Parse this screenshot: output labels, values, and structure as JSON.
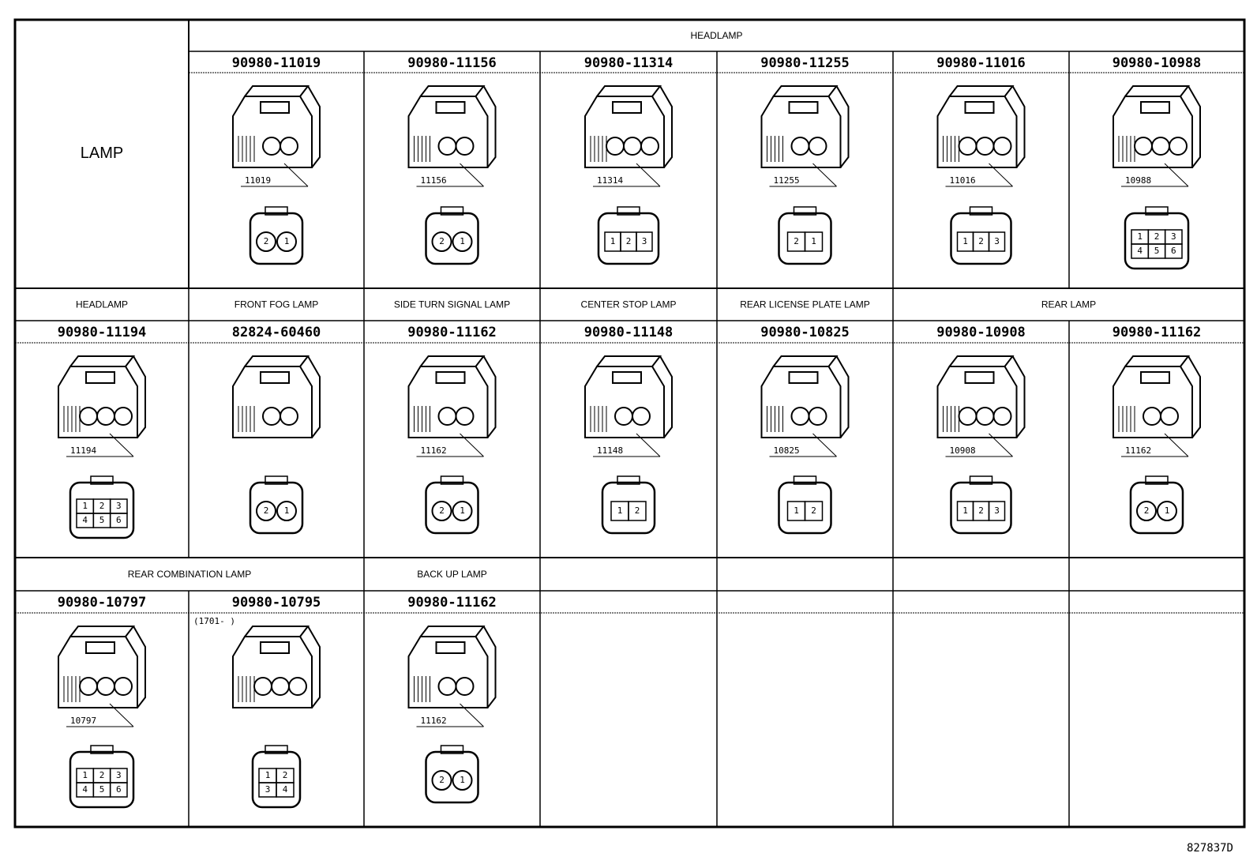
{
  "title_cell": "LAMP",
  "reference_code": "827837D",
  "rows": [
    {
      "groups": [
        {
          "label": "HEADLAMP",
          "col_start": 1,
          "col_span": 6
        }
      ],
      "cells": [
        {
          "col": 1,
          "part_number": "90980-11019",
          "callout": "11019",
          "pins": [
            "2",
            "1"
          ],
          "face": "round2"
        },
        {
          "col": 2,
          "part_number": "90980-11156",
          "callout": "11156",
          "pins": [
            "2",
            "1"
          ],
          "face": "round2b"
        },
        {
          "col": 3,
          "part_number": "90980-11314",
          "callout": "11314",
          "pins": [
            "1",
            "2",
            "3"
          ],
          "face": "t3"
        },
        {
          "col": 4,
          "part_number": "90980-11255",
          "callout": "11255",
          "pins": [
            "2",
            "1"
          ],
          "face": "rect2"
        },
        {
          "col": 5,
          "part_number": "90980-11016",
          "callout": "11016",
          "pins": [
            "1",
            "2",
            "3"
          ],
          "face": "tri3"
        },
        {
          "col": 6,
          "part_number": "90980-10988",
          "callout": "10988",
          "pins": [
            "1",
            "2",
            "3",
            "4",
            "5",
            "6"
          ],
          "face": "grid6"
        }
      ]
    },
    {
      "groups": [
        {
          "label": "HEADLAMP",
          "col_start": 0,
          "col_span": 1
        },
        {
          "label": "FRONT FOG LAMP",
          "col_start": 1,
          "col_span": 1
        },
        {
          "label": "SIDE TURN SIGNAL LAMP",
          "col_start": 2,
          "col_span": 1
        },
        {
          "label": "CENTER STOP LAMP",
          "col_start": 3,
          "col_span": 1
        },
        {
          "label": "REAR LICENSE PLATE LAMP",
          "col_start": 4,
          "col_span": 1
        },
        {
          "label": "REAR LAMP",
          "col_start": 5,
          "col_span": 2
        }
      ],
      "cells": [
        {
          "col": 0,
          "part_number": "90980-11194",
          "callout": "11194",
          "pins": [
            "1",
            "2",
            "3",
            "4",
            "5",
            "6"
          ],
          "face": "grid6b"
        },
        {
          "col": 1,
          "part_number": "82824-60460",
          "callout": "",
          "pins": [
            "2",
            "1"
          ],
          "face": "fog2"
        },
        {
          "col": 2,
          "part_number": "90980-11162",
          "callout": "11162",
          "pins": [
            "2",
            "1"
          ],
          "face": "round2c"
        },
        {
          "col": 3,
          "part_number": "90980-11148",
          "callout": "11148",
          "pins": [
            "1",
            "2"
          ],
          "face": "flat2"
        },
        {
          "col": 4,
          "part_number": "90980-10825",
          "callout": "10825",
          "pins": [
            "1",
            "2"
          ],
          "face": "box2"
        },
        {
          "col": 5,
          "part_number": "90980-10908",
          "callout": "10908",
          "pins": [
            "1",
            "2",
            "3"
          ],
          "face": "box3"
        },
        {
          "col": 6,
          "part_number": "90980-11162",
          "callout": "11162",
          "pins": [
            "2",
            "1"
          ],
          "face": "round2c"
        }
      ]
    },
    {
      "groups": [
        {
          "label": "REAR COMBINATION LAMP",
          "col_start": 0,
          "col_span": 2
        },
        {
          "label": "BACK UP LAMP",
          "col_start": 2,
          "col_span": 1
        },
        {
          "label": "",
          "col_start": 3,
          "col_span": 1
        },
        {
          "label": "",
          "col_start": 4,
          "col_span": 1
        },
        {
          "label": "",
          "col_start": 5,
          "col_span": 1
        },
        {
          "label": "",
          "col_start": 6,
          "col_span": 1
        }
      ],
      "cells": [
        {
          "col": 0,
          "part_number": "90980-10797",
          "callout": "10797",
          "pins": [
            "1",
            "2",
            "3",
            "4",
            "5",
            "6"
          ],
          "face": "grid6c"
        },
        {
          "col": 1,
          "part_number": "90980-10795",
          "callout": "",
          "note": "(1701-     )",
          "pins": [
            "1",
            "2",
            "3",
            "4"
          ],
          "face": "grid4"
        },
        {
          "col": 2,
          "part_number": "90980-11162",
          "callout": "11162",
          "pins": [
            "2",
            "1"
          ],
          "face": "round2c"
        },
        {
          "col": 3,
          "part_number": "",
          "callout": "",
          "pins": [],
          "face": "none"
        },
        {
          "col": 4,
          "part_number": "",
          "callout": "",
          "pins": [],
          "face": "none"
        },
        {
          "col": 5,
          "part_number": "",
          "callout": "",
          "pins": [],
          "face": "none"
        },
        {
          "col": 6,
          "part_number": "",
          "callout": "",
          "pins": [],
          "face": "none"
        }
      ]
    }
  ]
}
